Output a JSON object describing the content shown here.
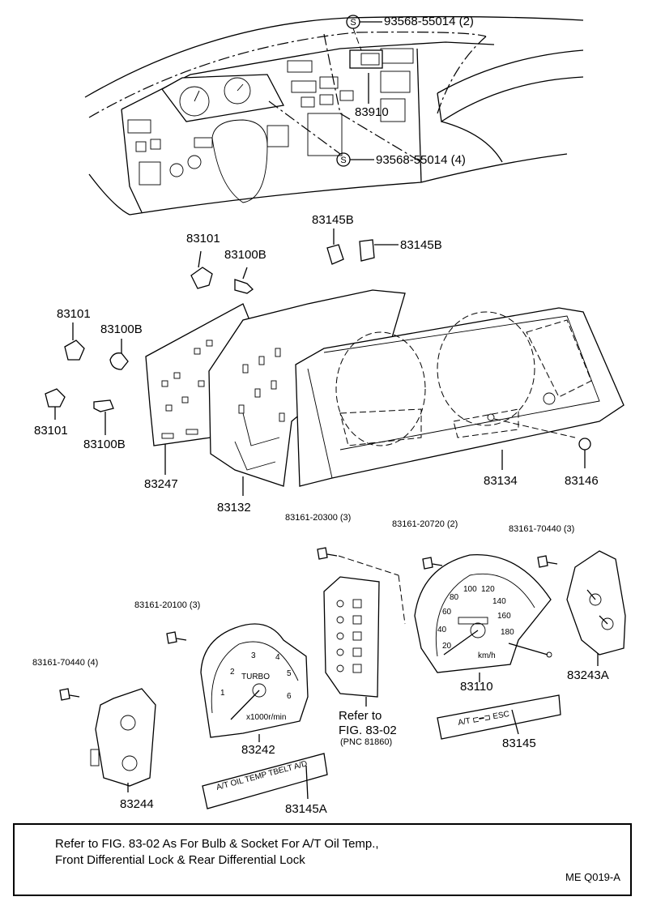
{
  "parts": {
    "p_93568_top": "93568-55014 (2)",
    "p_83910": "83910",
    "p_93568_bottom": "93568-55014 (4)",
    "p_83145B_a": "83145B",
    "p_83145B_b": "83145B",
    "p_83101_a": "83101",
    "p_83100B_a": "83100B",
    "p_83101_b": "83101",
    "p_83100B_b": "83100B",
    "p_83101_c": "83101",
    "p_83100B_c": "83100B",
    "p_83247": "83247",
    "p_83132": "83132",
    "p_83134": "83134",
    "p_83146": "83146",
    "p_83161_20300": "83161-20300 (3)",
    "p_83161_20720": "83161-20720 (2)",
    "p_83161_70440_3": "83161-70440 (3)",
    "p_83161_20100": "83161-20100 (3)",
    "p_83161_70440_4": "83161-70440 (4)",
    "p_83110": "83110",
    "p_83243A": "83243A",
    "p_83242": "83242",
    "p_83244": "83244",
    "p_83145A": "83145A",
    "p_83145": "83145"
  },
  "s_marker": "S",
  "refer": {
    "line1": "Refer to",
    "line2": "FIG. 83-02",
    "line3": "(PNC 81860)"
  },
  "gauges": {
    "speedo": [
      "20",
      "40",
      "60",
      "80",
      "100",
      "120",
      "140",
      "160",
      "180"
    ],
    "speedo_unit": "km/h",
    "tacho": [
      "1",
      "2",
      "3",
      "4",
      "5",
      "6"
    ],
    "tacho_turbo": "TURBO",
    "tacho_unit": "x1000r/min"
  },
  "panel_labels": {
    "a145": "A/T  ⊏━⊐  ESC",
    "a145A": "A/T OIL TEMP   TBELT    A/D"
  },
  "note": {
    "line1": "Refer to FIG. 83-02 As For Bulb & Socket For A/T Oil Temp.,",
    "line2": "Front Differential Lock & Rear Differential Lock"
  },
  "figure_code": "ME  Q019-A"
}
